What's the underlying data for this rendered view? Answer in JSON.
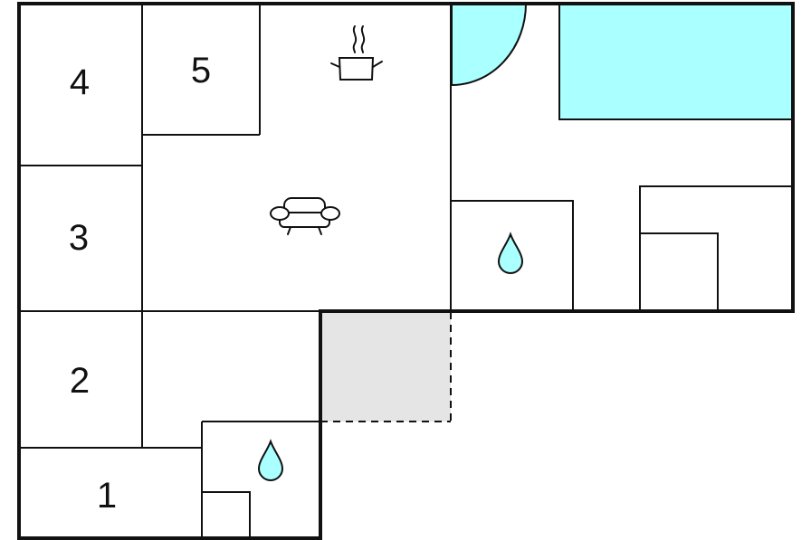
{
  "plan": {
    "rooms": [
      {
        "id": "room-1",
        "label": "1"
      },
      {
        "id": "room-2",
        "label": "2"
      },
      {
        "id": "room-3",
        "label": "3"
      },
      {
        "id": "room-4",
        "label": "4"
      },
      {
        "id": "room-5",
        "label": "5"
      }
    ],
    "icons": {
      "kitchen": "cooking-pot-icon",
      "living": "sofa-icon",
      "bathroom": "water-drop-icon",
      "pool": "pool",
      "terrace": "terrace"
    },
    "colors": {
      "wall": "#111111",
      "water": "#aaffff",
      "terrace": "#e5e5e5",
      "background": "#ffffff"
    }
  }
}
